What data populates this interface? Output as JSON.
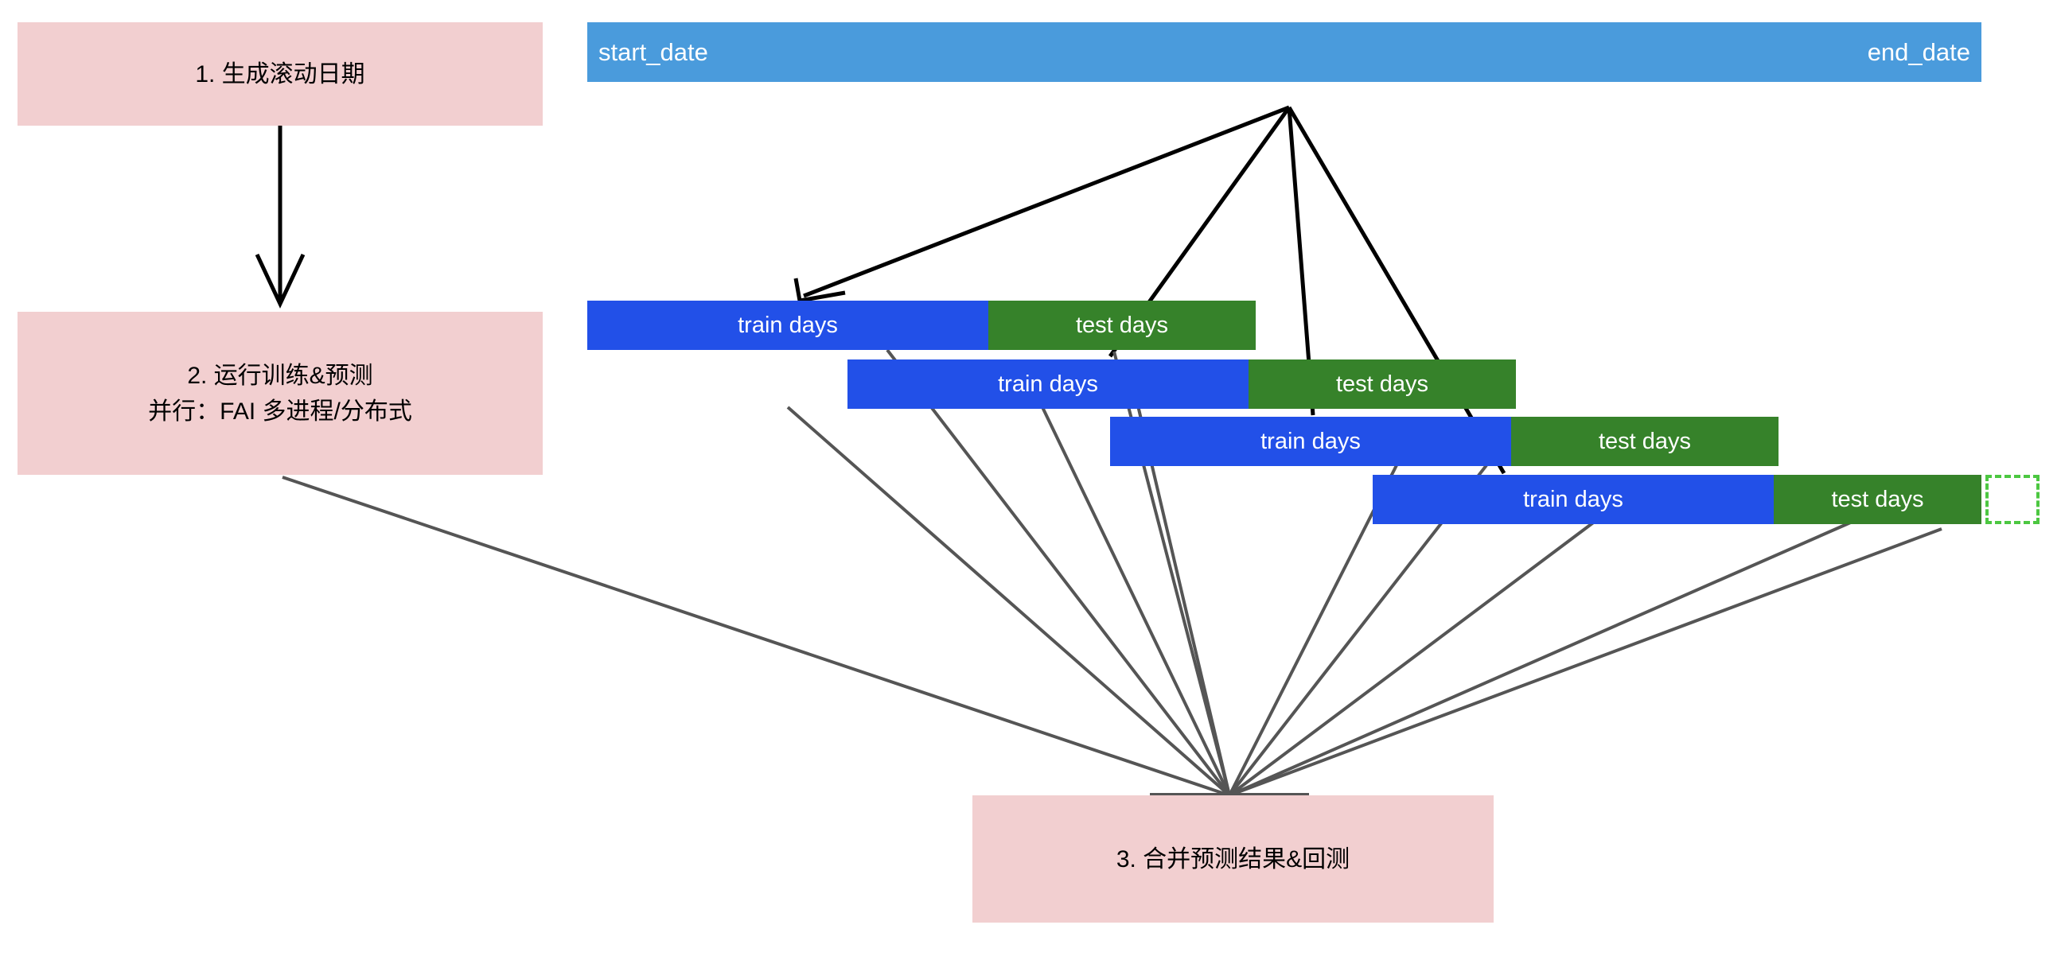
{
  "diagram": {
    "title": "rolling-window backtest pipeline",
    "colors": {
      "step_box_fill": "#F2CFD0",
      "timeline_fill": "#4A9BDC",
      "train_fill": "#2250E8",
      "test_fill": "#36822A",
      "ghost_stroke": "#4CC741",
      "arrow_black": "#000000",
      "arrow_gray": "#555555"
    }
  },
  "steps": [
    {
      "id": "step-1",
      "lines": [
        "1. 生成滚动日期"
      ]
    },
    {
      "id": "step-2",
      "lines": [
        "2. 运行训练&预测",
        "并行：FAI 多进程/分布式"
      ]
    },
    {
      "id": "step-3",
      "lines": [
        "3. 合并预测结果&回测"
      ]
    }
  ],
  "timeline": {
    "start_label": "start_date",
    "end_label": "end_date"
  },
  "folds": [
    {
      "train_label": "train days",
      "test_label": "test days",
      "ghost": false
    },
    {
      "train_label": "train days",
      "test_label": "test days",
      "ghost": false
    },
    {
      "train_label": "train days",
      "test_label": "test days",
      "ghost": false
    },
    {
      "train_label": "train days",
      "test_label": "test days",
      "ghost": true
    }
  ]
}
